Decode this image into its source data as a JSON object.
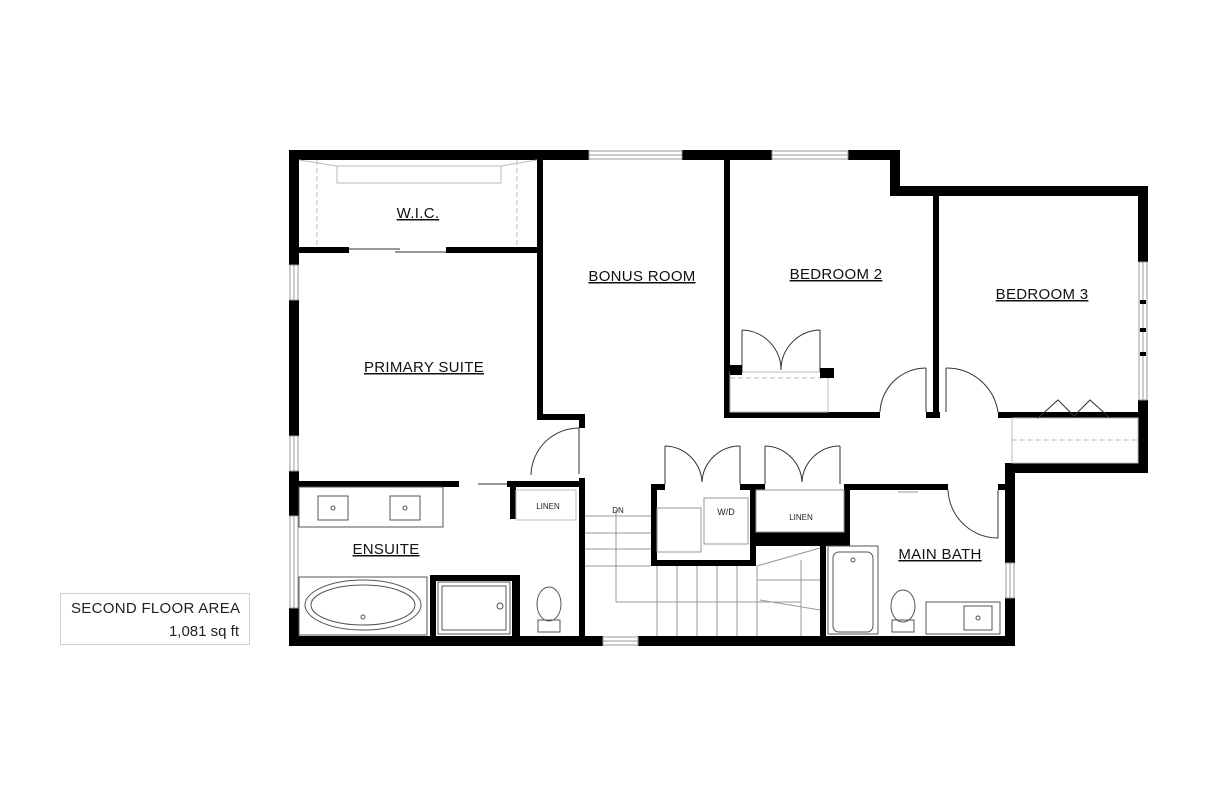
{
  "rooms": {
    "wic": "W.I.C.",
    "bonus_room": "BONUS ROOM",
    "bedroom_2": "BEDROOM 2",
    "bedroom_3": "BEDROOM 3",
    "primary_suite": "PRIMARY SUITE",
    "ensuite": "ENSUITE",
    "main_bath": "MAIN BATH"
  },
  "labels": {
    "linen_ensuite": "LINEN",
    "linen_hall": "LINEN",
    "washer_dryer": "W/D",
    "stairs_down": "DN"
  },
  "area": {
    "title": "SECOND FLOOR AREA",
    "value": "1,081 sq ft"
  }
}
